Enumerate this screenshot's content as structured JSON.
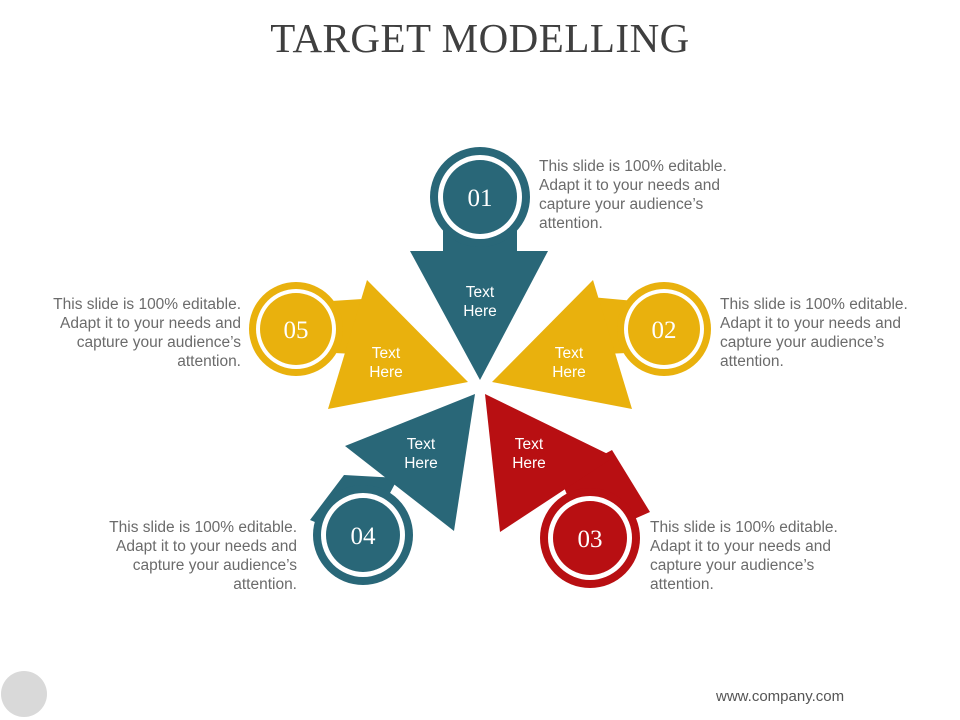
{
  "title": "TARGET MODELLING",
  "footer": "www.company.com",
  "colors": {
    "teal": "#296778",
    "yellow": "#e9b10d",
    "red": "#b80f12"
  },
  "items": [
    {
      "number": "01",
      "label_line1": "Text",
      "label_line2": "Here",
      "color": "teal",
      "desc": [
        "This slide is 100% editable.",
        "Adapt it to your needs and",
        "capture your audience’s",
        "attention."
      ]
    },
    {
      "number": "02",
      "label_line1": "Text",
      "label_line2": "Here",
      "color": "yellow",
      "desc": [
        "This slide is 100% editable.",
        "Adapt it to your needs and",
        "capture your audience’s",
        "attention."
      ]
    },
    {
      "number": "03",
      "label_line1": "Text",
      "label_line2": "Here",
      "color": "red",
      "desc": [
        "This slide is 100% editable.",
        "Adapt it to your needs and",
        "capture your audience’s",
        "attention."
      ]
    },
    {
      "number": "04",
      "label_line1": "Text",
      "label_line2": "Here",
      "color": "teal",
      "desc": [
        "This slide is 100% editable.",
        "Adapt it to your needs and",
        "capture your audience’s",
        "attention."
      ]
    },
    {
      "number": "05",
      "label_line1": "Text",
      "label_line2": "Here",
      "color": "yellow",
      "desc": [
        "This slide is 100% editable.",
        "Adapt it to your needs and",
        "capture your audience’s",
        "attention."
      ]
    }
  ]
}
